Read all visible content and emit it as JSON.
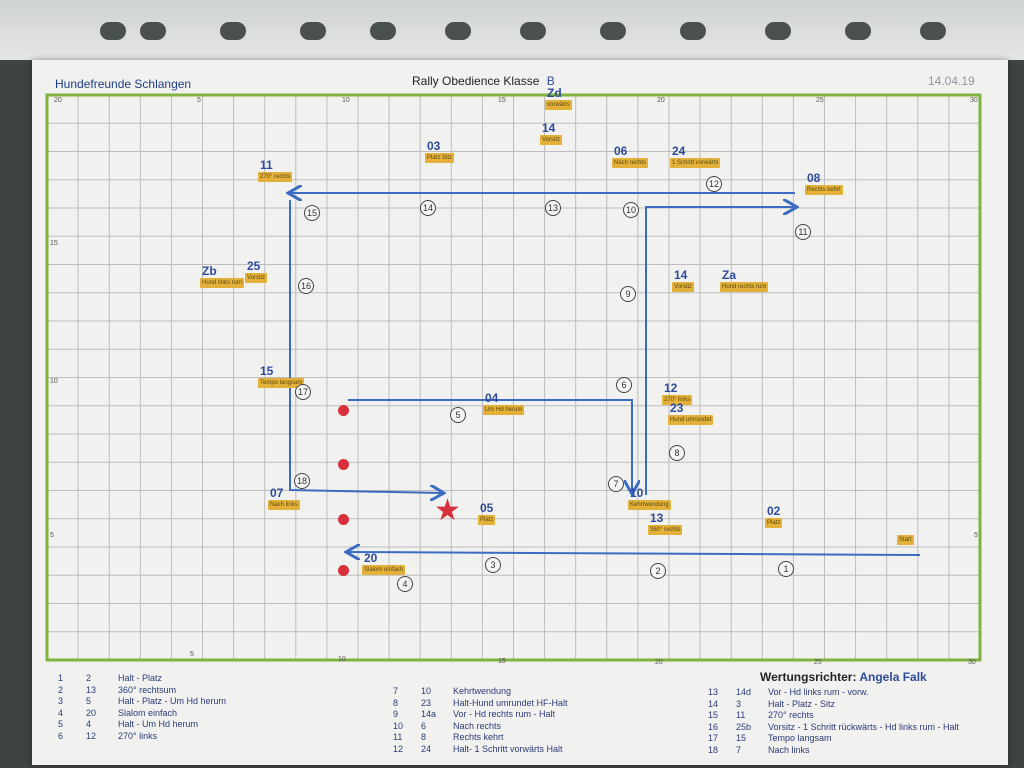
{
  "header": {
    "club": "Hundefreunde Schlangen",
    "title": "Rally Obedience Klasse",
    "class": "B",
    "date": "14.04.19"
  },
  "axis": {
    "top": [
      "20",
      "5",
      "10",
      "15",
      "20",
      "25",
      "30"
    ],
    "bottom": [
      "5",
      "10",
      "15",
      "20",
      "25",
      "30"
    ],
    "left": [
      "15",
      "10",
      "5"
    ],
    "right": [
      "5"
    ]
  },
  "stations": [
    "1",
    "2",
    "3",
    "4",
    "5",
    "6",
    "7",
    "8",
    "9",
    "10",
    "11",
    "12",
    "13",
    "14",
    "15",
    "16",
    "17",
    "18"
  ],
  "signs": [
    {
      "num": "02",
      "text": "Platz"
    },
    {
      "num": "13",
      "text": "360° rechts"
    },
    {
      "num": "05",
      "text": "Platz"
    },
    {
      "num": "20",
      "text": "Slalom einfach"
    },
    {
      "num": "04",
      "text": "Um Hd herum"
    },
    {
      "num": "07",
      "text": "Nach links"
    },
    {
      "num": "15",
      "text": "Tempo langsam"
    },
    {
      "num": "25",
      "text": "Vorsitz"
    },
    {
      "num": "Zb",
      "text": "Hund links rum"
    },
    {
      "num": "11",
      "text": "270° rechts"
    },
    {
      "num": "03",
      "text": "Platz Sitz"
    },
    {
      "num": "14",
      "text": "Vorsitz"
    },
    {
      "num": "Zd",
      "text": "vorwärts"
    },
    {
      "num": "06",
      "text": "Nach rechts"
    },
    {
      "num": "24",
      "text": "1 Schritt vorwärts"
    },
    {
      "num": "08",
      "text": "Rechts kehrt"
    },
    {
      "num": "14",
      "text": "Vorsitz"
    },
    {
      "num": "Za",
      "text": "Hund rechts rum"
    },
    {
      "num": "12",
      "text": "270° links"
    },
    {
      "num": "23",
      "text": "Hund umrundet"
    },
    {
      "num": "10",
      "text": "Kehrtwendung"
    },
    {
      "num": "",
      "text": "Start"
    }
  ],
  "judge": {
    "label": "Wertungsrichter:",
    "name": "Angela Falk"
  },
  "legend": [
    {
      "pos": "1",
      "sign": "2",
      "desc": "Halt - Platz"
    },
    {
      "pos": "2",
      "sign": "13",
      "desc": "360° rechtsum"
    },
    {
      "pos": "3",
      "sign": "5",
      "desc": "Halt - Platz - Um Hd herum"
    },
    {
      "pos": "4",
      "sign": "20",
      "desc": "Slalom einfach"
    },
    {
      "pos": "5",
      "sign": "4",
      "desc": "Halt - Um Hd herum"
    },
    {
      "pos": "6",
      "sign": "12",
      "desc": "270° links"
    },
    {
      "pos": "7",
      "sign": "10",
      "desc": "Kehrtwendung"
    },
    {
      "pos": "8",
      "sign": "23",
      "desc": "Halt-Hund umrundet HF-Halt"
    },
    {
      "pos": "9",
      "sign": "14a",
      "desc": "Vor - Hd rechts rum - Halt"
    },
    {
      "pos": "10",
      "sign": "6",
      "desc": "Nach rechts"
    },
    {
      "pos": "11",
      "sign": "8",
      "desc": "Rechts kehrt"
    },
    {
      "pos": "12",
      "sign": "24",
      "desc": "Halt- 1 Schritt vorwärts Halt"
    },
    {
      "pos": "13",
      "sign": "14d",
      "desc": "Vor - Hd links rum - vorw."
    },
    {
      "pos": "14",
      "sign": "3",
      "desc": "Halt - Platz - Sitz"
    },
    {
      "pos": "15",
      "sign": "11",
      "desc": "270° rechts"
    },
    {
      "pos": "16",
      "sign": "25b",
      "desc": "Vorsitz - 1 Schritt rückwärts - Hd links rum - Halt"
    },
    {
      "pos": "17",
      "sign": "15",
      "desc": "Tempo langsam"
    },
    {
      "pos": "18",
      "sign": "7",
      "desc": "Nach links"
    }
  ],
  "colors": {
    "route": "#3b6cc2",
    "border": "#7fb23f",
    "sign": "#e3b03a",
    "cone": "#d8303a"
  }
}
